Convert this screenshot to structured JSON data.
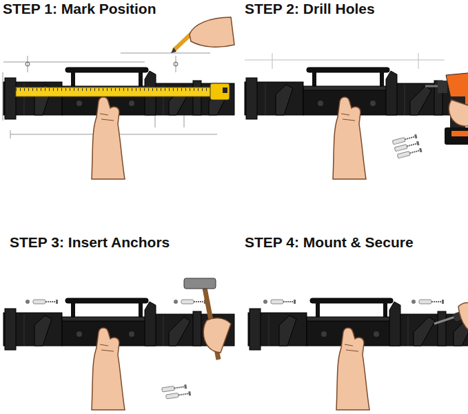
{
  "diagram": {
    "labels": [
      "STEP 1: Mark Position",
      "STEP 2: Drill Holes",
      "STEP 3: Insert Anchors",
      "STEP 4: Mount & Secure"
    ]
  }
}
